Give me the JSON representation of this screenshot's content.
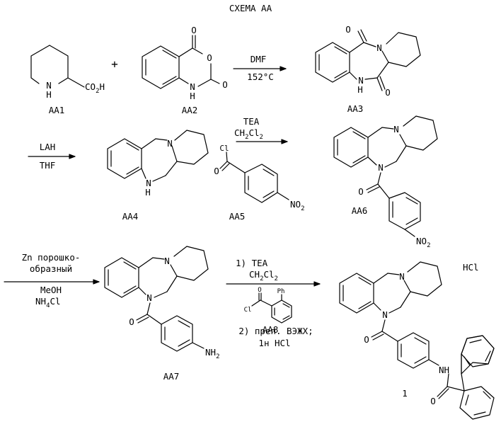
{
  "title": "СХЕМА АА",
  "compounds": {
    "aa1": {
      "label": "АА1",
      "nh": "N",
      "nh_h": "H",
      "acid": "CO",
      "acid_sub": "2",
      "acid_h": "H"
    },
    "aa2": {
      "label": "АА2",
      "o1": "O",
      "o2": "O",
      "o3": "O",
      "nh": "N",
      "nh_h": "H"
    },
    "aa3": {
      "label": "АА3",
      "o1": "O",
      "o2": "O",
      "n": "N",
      "nh": "N",
      "nh_h": "H"
    },
    "aa4": {
      "label": "АА4",
      "n": "N",
      "nh": "N",
      "nh_h": "H"
    },
    "aa5": {
      "label": "АА5",
      "cl": "Cl",
      "o": "O",
      "no2": "NO",
      "no2_sub": "2"
    },
    "aa6": {
      "label": "АА6",
      "n1": "N",
      "n2": "N",
      "o": "O",
      "no2": "NO",
      "no2_sub": "2"
    },
    "aa7": {
      "label": "АА7",
      "n1": "N",
      "n2": "N",
      "o": "O",
      "nh2": "NH",
      "nh2_sub": "2"
    },
    "aa8": {
      "label": "АА8",
      "o": "O",
      "ph": "Ph",
      "cl": "Cl"
    },
    "final": {
      "label": "1",
      "n1": "N",
      "n2": "N",
      "o1": "O",
      "o2": "O",
      "nh": "NH",
      "salt": "HCl"
    }
  },
  "plus_sign": "+",
  "arrows": {
    "a1": {
      "above": "DMF",
      "below": "152°C"
    },
    "a2": {
      "above": "LAH",
      "below": "THF"
    },
    "a3": {
      "above1": "TEA",
      "above2": "CH",
      "above2_sub": "2",
      "above2_rest": "Cl",
      "above2_sub2": "2"
    },
    "a4": {
      "above1": "Zn порошко-",
      "above2": "образный",
      "below1": "MeOH",
      "below2": "NH",
      "below2_sub": "4",
      "below2_rest": "Cl"
    },
    "a5": {
      "above1": "1) TEA",
      "above2": "CH",
      "above2_sub": "2",
      "above2_rest": "Cl",
      "above2_sub2": "2",
      "below1": "2) преп. ВЭЖХ;",
      "below2": "1н HCl"
    }
  }
}
